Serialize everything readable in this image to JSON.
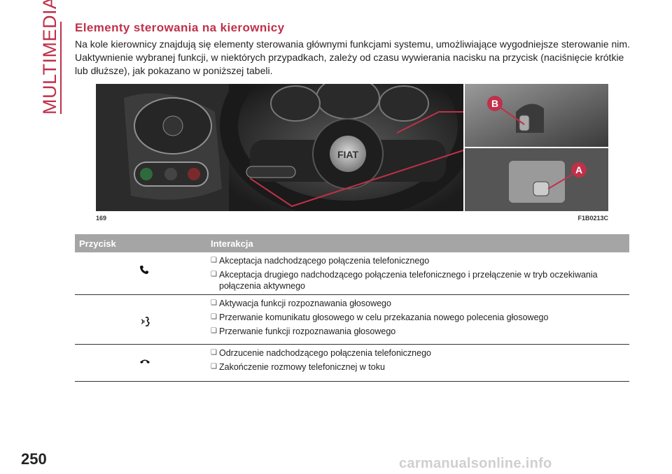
{
  "section_label": "MULTIMEDIA",
  "title": "Elementy sterowania na kierownicy",
  "intro": "Na kole kierownicy znajdują się elementy sterowania głównymi funkcjami systemu, umożliwiające wygodniejsze sterowanie nim. Uaktywnienie wybranej funkcji, w niektórych przypadkach, zależy od czasu wywierania nacisku na przycisk (naciśnięcie krótkie lub dłuższe), jak pokazano w poniższej tabeli.",
  "figure": {
    "number": "169",
    "code": "F1B0213C",
    "logo_text": "FIAT",
    "callouts": [
      "B",
      "A"
    ]
  },
  "table": {
    "headers": [
      "Przycisk",
      "Interakcja"
    ],
    "rows": [
      {
        "icon": "phone-accept-icon",
        "items": [
          "Akceptacja nadchodzącego połączenia telefonicznego",
          "Akceptacja drugiego nadchodzącego połączenia telefonicznego i przełączenie w tryb oczekiwania połączenia aktywnego"
        ]
      },
      {
        "icon": "voice-recognition-icon",
        "items": [
          "Aktywacja funkcji rozpoznawania głosowego",
          "Przerwanie komunikatu głosowego w celu przekazania nowego polecenia głosowego",
          "Przerwanie funkcji rozpoznawania głosowego"
        ]
      },
      {
        "icon": "phone-hangup-icon",
        "items": [
          "Odrzucenie nadchodzącego połączenia telefonicznego",
          "Zakończenie rozmowy telefonicznej w toku"
        ]
      }
    ]
  },
  "page_number": "250",
  "watermark": "carmanualsonline.info",
  "colors": {
    "accent": "#c0304a",
    "table_header": "#a5a5a5"
  }
}
